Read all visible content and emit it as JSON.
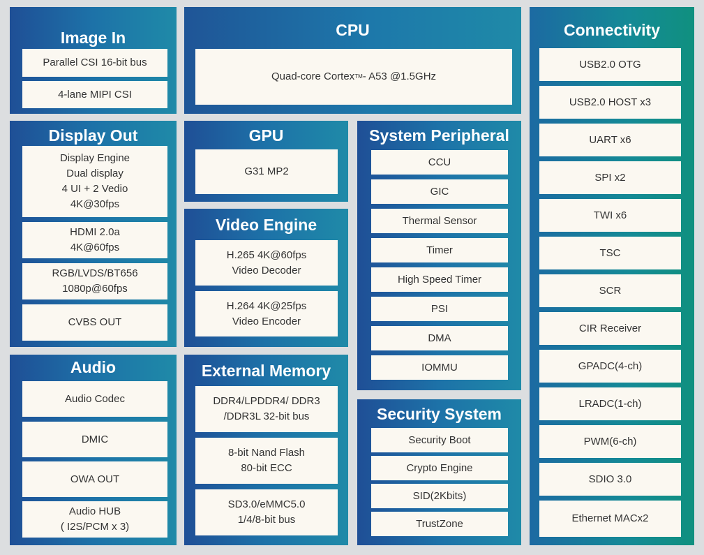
{
  "image_in": {
    "title": "Image In",
    "items": [
      "Parallel CSI 16-bit bus",
      "4-lane MIPI CSI"
    ]
  },
  "cpu": {
    "title": "CPU",
    "core_prefix": "Quad-core Cortex",
    "core_sup": "TM",
    "core_suffix": "- A53 @1.5GHz"
  },
  "connectivity": {
    "title": "Connectivity",
    "items": [
      "USB2.0 OTG",
      "USB2.0 HOST x3",
      "UART x6",
      "SPI x2",
      "TWI x6",
      "TSC",
      "SCR",
      "CIR Receiver",
      "GPADC(4-ch)",
      "LRADC(1-ch)",
      "PWM(6-ch)",
      "SDIO 3.0",
      "Ethernet MACx2"
    ]
  },
  "display_out": {
    "title": "Display Out",
    "items": [
      "Display Engine\nDual display\n4 UI  + 2 Vedio\n4K@30fps",
      "HDMI 2.0a\n4K@60fps",
      "RGB/LVDS/BT656\n1080p@60fps",
      "CVBS OUT"
    ]
  },
  "gpu": {
    "title": "GPU",
    "items": [
      "G31 MP2"
    ]
  },
  "system_peripheral": {
    "title": "System Peripheral",
    "items": [
      "CCU",
      "GIC",
      "Thermal Sensor",
      "Timer",
      "High Speed Timer",
      "PSI",
      "DMA",
      "IOMMU"
    ]
  },
  "video_engine": {
    "title": "Video Engine",
    "items": [
      "H.265 4K@60fps\nVideo Decoder",
      "H.264 4K@25fps\nVideo Encoder"
    ]
  },
  "audio": {
    "title": "Audio",
    "items": [
      "Audio Codec",
      "DMIC",
      "OWA OUT",
      "Audio HUB\n( I2S/PCM x 3)"
    ]
  },
  "external_memory": {
    "title": "External Memory",
    "items": [
      "DDR4/LPDDR4/ DDR3\n/DDR3L 32-bit bus",
      "8-bit Nand Flash\n80-bit ECC",
      "SD3.0/eMMC5.0\n1/4/8-bit bus"
    ]
  },
  "security_system": {
    "title": "Security System",
    "items": [
      "Security Boot",
      "Crypto Engine",
      "SID(2Kbits)",
      "TrustZone"
    ]
  },
  "colors": {
    "block_blue": "#1f5597",
    "block_teal": "#10907f",
    "item_bg": "#fbf8f1",
    "background": "#dcdee0"
  }
}
